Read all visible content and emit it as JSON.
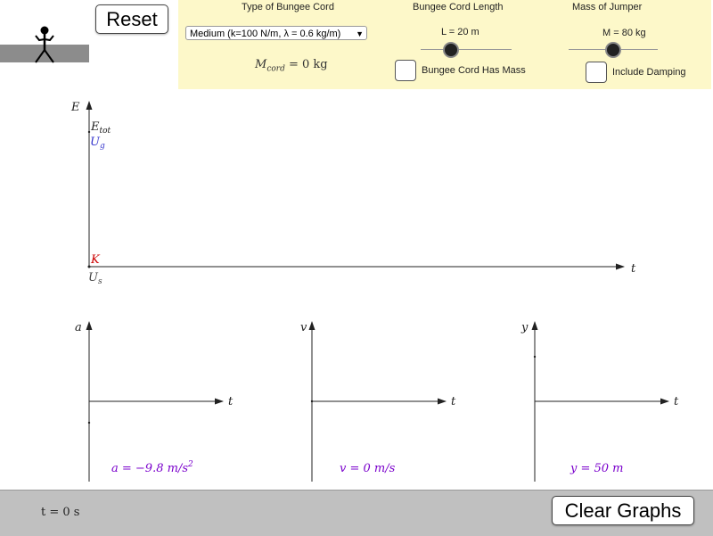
{
  "controls": {
    "reset_label": "Reset",
    "clear_label": "Clear Graphs",
    "cord_type_label": "Type of Bungee Cord",
    "cord_type_selected": "Medium (k=100 N/m, λ = 0.6 kg/m)",
    "cord_mass_readout": {
      "symbol": "M",
      "sub": "cord",
      "value": " = 0 kg"
    },
    "length_label": "Bungee Cord Length",
    "length_value": "L = 20 m",
    "length_fraction": 0.33,
    "mass_label": "Mass of Jumper",
    "mass_value": "M = 80 kg",
    "mass_fraction": 0.5,
    "has_mass_label": "Bungee Cord Has Mass",
    "has_mass_checked": false,
    "damping_label": "Include Damping",
    "damping_checked": false
  },
  "energy_graph": {
    "y_axis": "E",
    "x_axis": "t",
    "labels": {
      "etot": {
        "main": "E",
        "sub": "tot",
        "color": "#222222"
      },
      "ug": {
        "main": "U",
        "sub": "g",
        "color": "#3333cc"
      },
      "k": {
        "main": "K",
        "color": "#cc0000"
      },
      "us": {
        "main": "U",
        "sub": "s",
        "color": "#444444"
      }
    }
  },
  "small_graphs": [
    {
      "axis": "a",
      "t_axis": "t",
      "readout": "a = −9.8 m/s",
      "readout_sup": "2",
      "initial_value": -9.8
    },
    {
      "axis": "v",
      "t_axis": "t",
      "readout": "v = 0 m/s",
      "initial_value": 0
    },
    {
      "axis": "y",
      "t_axis": "t",
      "readout": "y = 50 m",
      "initial_value": 50
    }
  ],
  "readout_color": "#7a00cc",
  "status": {
    "time": "t = 0 s"
  }
}
